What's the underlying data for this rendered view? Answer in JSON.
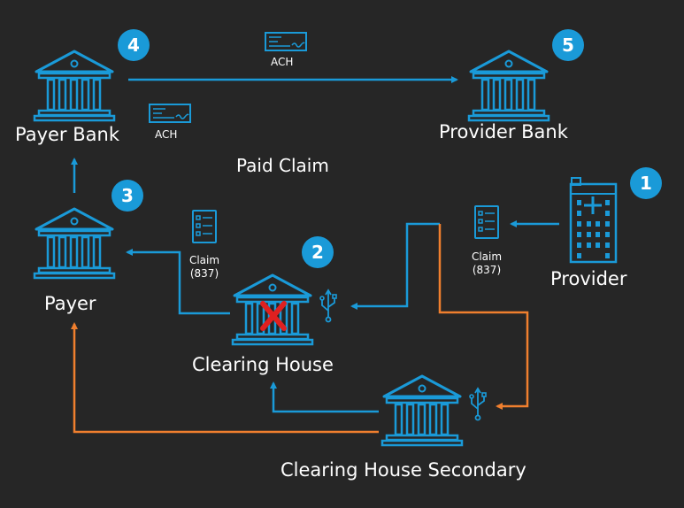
{
  "colors": {
    "background": "#262626",
    "primary": "#1a9ad8",
    "secondary": "#f07f2e",
    "error": "#e02020",
    "text": "#ffffff"
  },
  "nodes": {
    "payer_bank": "Payer Bank",
    "provider_bank": "Provider Bank",
    "payer": "Payer",
    "clearing_house": "Clearing House",
    "clearing_house_secondary": "Clearing House Secondary",
    "provider": "Provider"
  },
  "annotations": {
    "ach_top": "ACH",
    "ach_left": "ACH",
    "paid_claim": "Paid Claim",
    "claim_left": "Claim",
    "claim_left_code": "(837)",
    "claim_right": "Claim",
    "claim_right_code": "(837)"
  },
  "steps": {
    "payer_bank": "4",
    "provider_bank": "5",
    "payer": "3",
    "clearing_house": "2",
    "provider": "1"
  },
  "icons": {
    "bank": "bank-building-icon",
    "hospital": "hospital-building-icon",
    "document": "claim-document-icon",
    "check": "ach-check-icon",
    "usb": "usb-connection-icon",
    "failure": "x-mark-icon"
  }
}
